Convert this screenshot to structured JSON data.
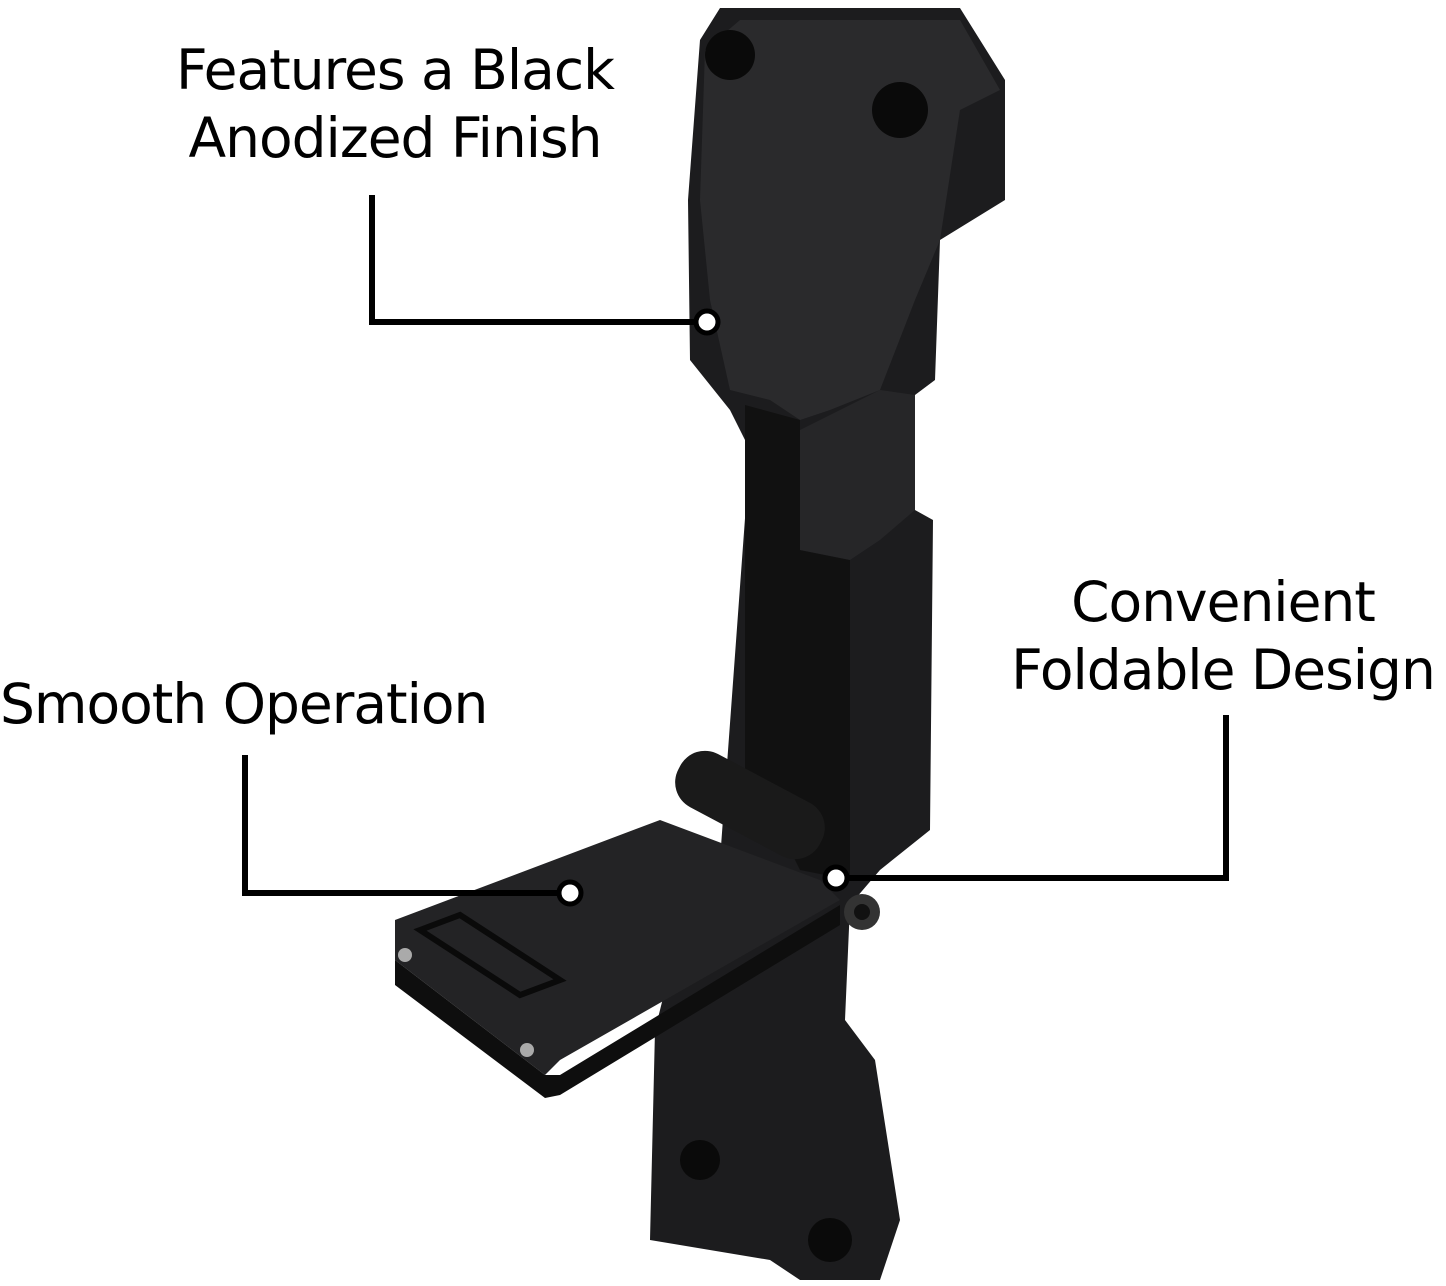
{
  "callouts": {
    "finish": {
      "line1": "Features a Black",
      "line2": "Anodized Finish"
    },
    "foldable": {
      "line1": "Convenient",
      "line2": "Foldable Design"
    },
    "smooth": {
      "line1": "Smooth Operation"
    }
  },
  "colors": {
    "product": "#1c1c1e",
    "product_edge": "#3a3a3c",
    "callout_line": "#000000"
  }
}
